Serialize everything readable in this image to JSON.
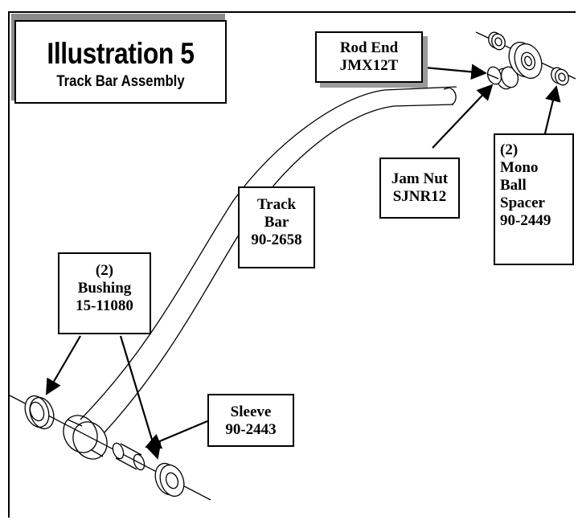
{
  "title": {
    "main": "Illustration 5",
    "subtitle": "Track Bar Assembly"
  },
  "labels": {
    "rod_end": [
      "Rod End",
      "JMX12T"
    ],
    "jam_nut": [
      "Jam Nut",
      "SJNR12"
    ],
    "mono_ball_spacer": [
      "(2)",
      "Mono",
      "Ball",
      "Spacer",
      "90-2449"
    ],
    "track_bar": [
      "Track",
      "Bar",
      "90-2658"
    ],
    "bushing": [
      "(2)",
      "Bushing",
      "15-11080"
    ],
    "sleeve": [
      "Sleeve",
      "90-2443"
    ]
  },
  "colors": {
    "line": "#000000",
    "shadow": "#9a9a9a",
    "background": "#ffffff"
  }
}
